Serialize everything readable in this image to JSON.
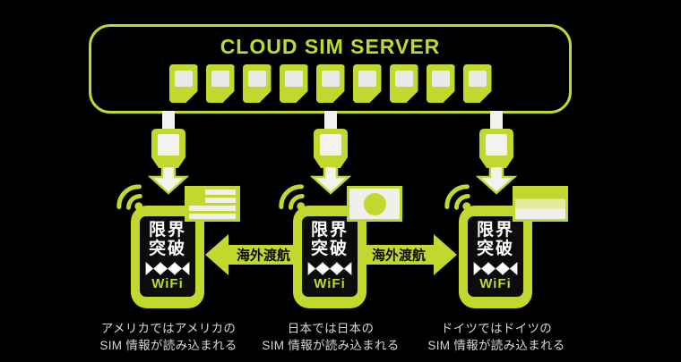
{
  "colors": {
    "background": "#000000",
    "lime": "#c3d82e",
    "light_lime": "#e4eb9e",
    "off_white": "#efefec",
    "caption_text": "#d6d6d6",
    "screen_black": "#0c0c0c"
  },
  "server": {
    "title": "CLOUD SIM SERVER",
    "sim_count": 9
  },
  "brand": {
    "line1": "限界",
    "line2": "突破",
    "wifi": "WiFi"
  },
  "transfer_arrows": [
    {
      "label": "海外渡航",
      "direction": "left"
    },
    {
      "label": "海外渡航",
      "direction": "right"
    }
  ],
  "devices": [
    {
      "country": "usa",
      "caption_line1": "アメリカではアメリカの",
      "caption_line2": "SIM 情報が読み込まれる"
    },
    {
      "country": "japan",
      "caption_line1": "日本では日本の",
      "caption_line2": "SIM 情報が読み込まれる"
    },
    {
      "country": "germany",
      "caption_line1": "ドイツではドイツの",
      "caption_line2": "SIM 情報が読み込まれる"
    }
  ],
  "icons": {
    "sim_card": "sim-card-icon",
    "usb_plug": "usb-plug-icon",
    "down_arrow": "down-arrow-icon",
    "wifi_signal": "wifi-signal-icon",
    "bowtie_logo": "bowtie-logo-icon",
    "flags": [
      "usa-flag-icon",
      "japan-flag-icon",
      "germany-flag-icon"
    ]
  }
}
